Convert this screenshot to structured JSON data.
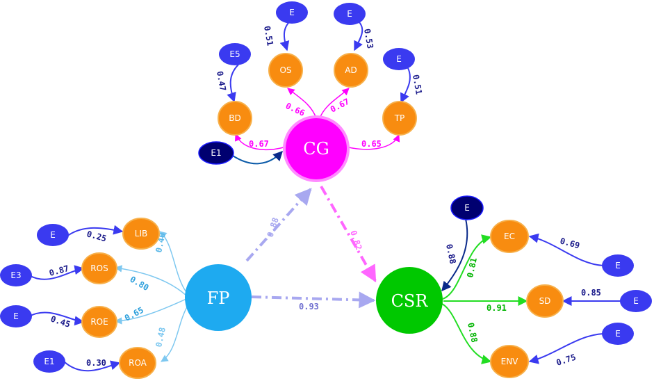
{
  "colors": {
    "cg": "#ff00ff",
    "fp": "#1eaaf0",
    "csr": "#00c800",
    "indicator": "#f88c10",
    "error": "#3a3af0",
    "error_dark": "#000070",
    "structural": "#a8a8f0",
    "structural_cg_csr": "#ff66ff"
  },
  "latents": {
    "cg": "CG",
    "fp": "FP",
    "csr": "CSR"
  },
  "indicators": {
    "os": "OS",
    "ad": "AD",
    "bd": "BD",
    "tp": "TP",
    "lib": "LIB",
    "ros": "ROS",
    "roe": "ROE",
    "roa": "ROA",
    "ec": "EC",
    "sd": "SD",
    "env": "ENV"
  },
  "errors": {
    "e_os": "E",
    "e_ad": "E",
    "e_bd": "E5",
    "e_tp": "E",
    "e_cg": "E1",
    "e_lib": "E",
    "e_ros": "E3",
    "e_roe": "E",
    "e_roa": "E1",
    "e_csr": "E",
    "e_ec": "E",
    "e_sd": "E",
    "e_env": "E"
  },
  "error_loadings": {
    "os": "0.51",
    "ad": "0.53",
    "bd": "0.47",
    "tp": "0.51",
    "lib": "0.25",
    "ros": "0.87",
    "roe": "0.45",
    "roa": "0.30",
    "ec": "0.69",
    "sd": "0.85",
    "env": "0.75",
    "csr": "0.88"
  },
  "loadings": {
    "cg_os": "0.66",
    "cg_ad": "0.67",
    "cg_bd": "0.67",
    "cg_tp": "0.65",
    "fp_lib": "0.40",
    "fp_ros": "0.80",
    "fp_roe": "0.65",
    "fp_roa": "0.48",
    "csr_ec": "0.81",
    "csr_sd": "0.91",
    "csr_env": "0.88"
  },
  "paths": {
    "fp_cg": "0.88",
    "cg_csr": "0.82",
    "fp_csr": "0.93"
  }
}
